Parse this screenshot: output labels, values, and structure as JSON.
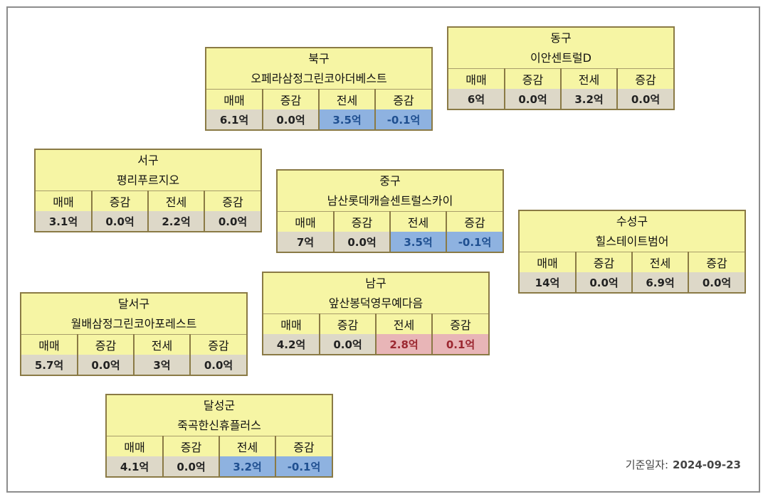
{
  "headers": [
    "매매",
    "증감",
    "전세",
    "증감"
  ],
  "base_date": {
    "label": "기준일자:",
    "value": "2024-09-23"
  },
  "cards": [
    {
      "district": "북구",
      "apartment": "오페라삼정그린코아더베스트",
      "values": [
        "6.1억",
        "0.0억",
        "3.5억",
        "-0.1억"
      ],
      "highlight": [
        "",
        "",
        "blue",
        "blue"
      ]
    },
    {
      "district": "동구",
      "apartment": "이안센트럴D",
      "values": [
        "6억",
        "0.0억",
        "3.2억",
        "0.0억"
      ],
      "highlight": [
        "",
        "",
        "",
        ""
      ]
    },
    {
      "district": "서구",
      "apartment": "평리푸르지오",
      "values": [
        "3.1억",
        "0.0억",
        "2.2억",
        "0.0억"
      ],
      "highlight": [
        "",
        "",
        "",
        ""
      ]
    },
    {
      "district": "중구",
      "apartment": "남산롯데캐슬센트럴스카이",
      "values": [
        "7억",
        "0.0억",
        "3.5억",
        "-0.1억"
      ],
      "highlight": [
        "",
        "",
        "blue",
        "blue"
      ]
    },
    {
      "district": "수성구",
      "apartment": "힐스테이트범어",
      "values": [
        "14억",
        "0.0억",
        "6.9억",
        "0.0억"
      ],
      "highlight": [
        "",
        "",
        "",
        ""
      ]
    },
    {
      "district": "남구",
      "apartment": "앞산봉덕영무예다음",
      "values": [
        "4.2억",
        "0.0억",
        "2.8억",
        "0.1억"
      ],
      "highlight": [
        "",
        "",
        "red",
        "red"
      ]
    },
    {
      "district": "달서구",
      "apartment": "월배삼정그린코아포레스트",
      "values": [
        "5.7억",
        "0.0억",
        "3억",
        "0.0억"
      ],
      "highlight": [
        "",
        "",
        "",
        ""
      ]
    },
    {
      "district": "달성군",
      "apartment": "죽곡한신휴플러스",
      "values": [
        "4.1억",
        "0.0억",
        "3.2억",
        "-0.1억"
      ],
      "highlight": [
        "",
        "",
        "blue",
        "blue"
      ]
    }
  ]
}
